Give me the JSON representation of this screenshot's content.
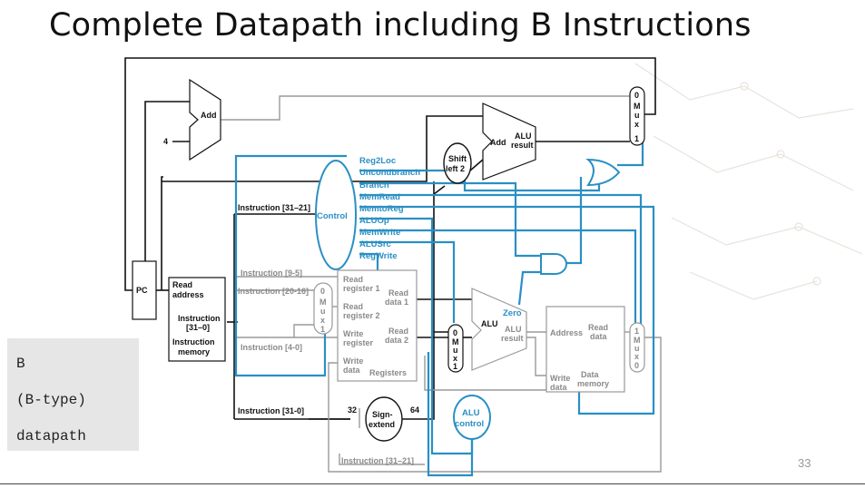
{
  "slide": {
    "title": "Complete Datapath including B Instructions",
    "page_number": "33",
    "side_label": {
      "line1": "B",
      "line2": "(B-type)",
      "line3": "datapath"
    }
  },
  "datapath": {
    "pc": "PC",
    "four": "4",
    "add_top": "Add",
    "add_alu": "Add",
    "alu_result_top": "ALU",
    "alu_result_bottom": "result",
    "shift": "Shift",
    "shift2": "left 2",
    "control": "Control",
    "control_signals": [
      "Reg2Loc",
      "Uncondbranch",
      "Branch",
      "MemRead",
      "MemtoReg",
      "ALUOp",
      "MemWrite",
      "ALUSrc",
      "RegWrite"
    ],
    "instr_read_address": [
      "Read",
      "address"
    ],
    "instruction_label": [
      "Instruction",
      "[31–0]"
    ],
    "instruction_memory": [
      "Instruction",
      "memory"
    ],
    "instr_31_21": "Instruction [31–21]",
    "instr_9_5": "Instruction [9-5]",
    "instr_20_16": "Instruction [20-16]",
    "instr_4_0": "Instruction [4-0]",
    "instr_31_0": "Instruction [31-0]",
    "instr_31_21_bottom": "Instruction [31–21]",
    "reg_read1": [
      "Read",
      "register 1"
    ],
    "reg_read2": [
      "Read",
      "register 2"
    ],
    "reg_write": [
      "Write",
      "register"
    ],
    "reg_writedata": [
      "Write",
      "data"
    ],
    "reg_data1": [
      "Read",
      "data 1"
    ],
    "reg_data2": [
      "Read",
      "data 2"
    ],
    "registers": "Registers",
    "sign_extend": [
      "Sign-",
      "extend"
    ],
    "n32": "32",
    "n64": "64",
    "alu_control": [
      "ALU",
      "control"
    ],
    "zero": "Zero",
    "alu": "ALU",
    "alu_result2": [
      "ALU",
      "result"
    ],
    "dm_address": "Address",
    "dm_readdata": [
      "Read",
      "data"
    ],
    "dm_write": [
      "Write",
      "data"
    ],
    "dm_memory": [
      "Data",
      "memory"
    ],
    "mux_letters": [
      "M",
      "u",
      "x"
    ],
    "mux0": "0",
    "mux1": "1"
  },
  "colors": {
    "control": "#2a8fc4",
    "path": "#111111",
    "grey": "#9a9a9a"
  }
}
